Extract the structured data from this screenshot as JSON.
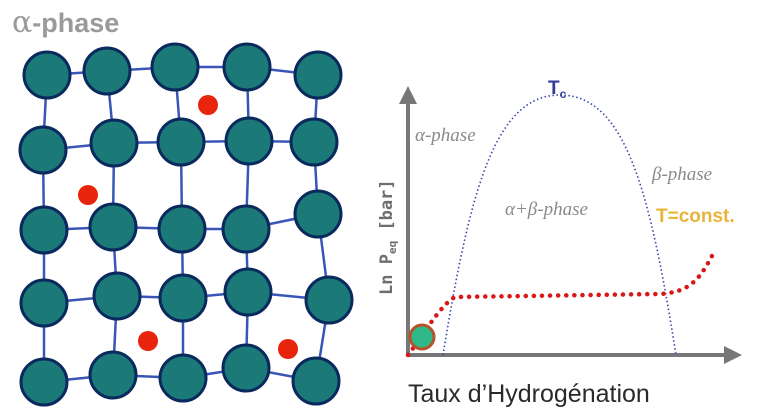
{
  "lattice_title": {
    "symbol": "α",
    "rest": "-phase"
  },
  "diagram": {
    "alpha_phase": "α-phase",
    "beta_phase": "β-phase",
    "mixed_phase": "α+β-phase",
    "tc_main": "T",
    "tc_sub": "c",
    "t_const": "T=const.",
    "y_label_main": "Ln P",
    "y_label_sub": "eq",
    "y_label_unit": " [bar]",
    "x_label": "Taux d’Hydrogénation"
  },
  "colors": {
    "atom_fill": "#1b7a78",
    "atom_stroke": "#0a2a5e",
    "bond": "#3a55b8",
    "hydrogen": "#e8250c",
    "dome": "#3848b0",
    "isotherm": "#d81818",
    "axis": "#777777",
    "marker_fill": "#2fb88a",
    "marker_stroke": "#b5532a"
  }
}
